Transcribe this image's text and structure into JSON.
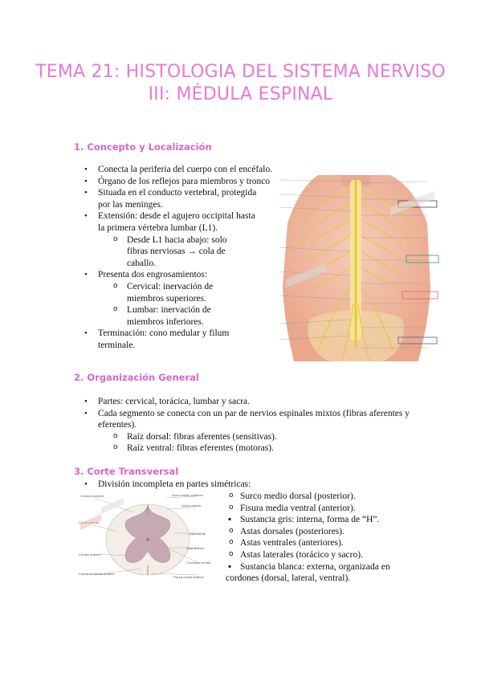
{
  "title": "TEMA 21: HISTOLOGIA DEL SISTEMA NERVISO III: MÉDULA ESPINAL",
  "sections": [
    {
      "heading": "1. Concepto y Localización",
      "items": [
        "Conecta la periferia del cuerpo con el encéfalo.",
        "Órgano de los reflejos para miembros y tronco.",
        "Situada en el conducto vertebral, protegida por las meninges.",
        "Extensión: desde el agujero occipital hasta la primera vértebra lumbar (L1).",
        "Desde L1 hacia abajo: solo fibras nerviosas → cola de caballo.",
        "Presenta dos engrosamientos:",
        "Cervical: inervación de miembros superiores.",
        "Lumbar: inervación de miembros inferiores.",
        "Terminación: cono medular y filum terminale."
      ]
    },
    {
      "heading": "2. Organización General",
      "items": [
        "Partes: cervical, torácica, lumbar y sacra.",
        "Cada segmento se conecta con un par de nervios espinales mixtos (fibras aferentes y eferentes).",
        "Raíz dorsal: fibras aferentes (sensitivas).",
        "Raíz ventral: fibras eferentes (motoras)."
      ]
    },
    {
      "heading": "3. Corte Transversal",
      "items": [
        "División incompleta en partes simétricas:",
        "Surco medio dorsal (posterior).",
        "Fisura media ventral (anterior).",
        "Sustancia gris: interna, forma de “H”.",
        "Astas dorsales (posteriores).",
        "Astas ventrales (anteriores).",
        "Astas laterales (torácico y sacro).",
        "Sustancia blanca: externa, organizada en cordones (dorsal, lateral, ventral)."
      ]
    }
  ],
  "figure_cord_labels": [
    "Cordón posterior",
    "Surco medio posterior",
    "Asta posterior",
    "Cordón lateral",
    "Asta lateral",
    "Asta anterior",
    "Cordón anterior",
    "Conducto central",
    "Comisura blanca anterior",
    "Fisura media anterior"
  ]
}
